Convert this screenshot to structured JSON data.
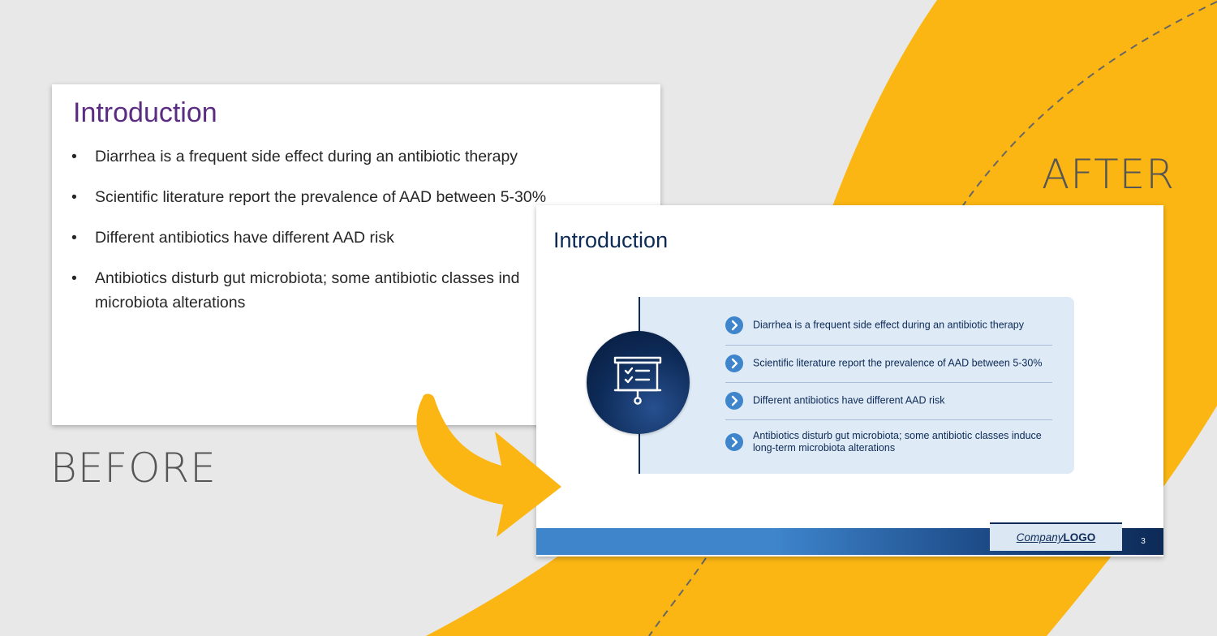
{
  "labels": {
    "before": "BEFORE",
    "after": "AFTER"
  },
  "colors": {
    "background": "#e8e8e8",
    "accent_yellow": "#fbb614",
    "before_title": "#5b2d82",
    "after_navy": "#0d2a57",
    "after_blue": "#3e85cc",
    "panel": "#deeaf6"
  },
  "before_slide": {
    "title": "Introduction",
    "bullets": [
      "Diarrhea is a frequent side effect during an antibiotic therapy",
      "Scientific literature report the prevalence of AAD between 5-30%",
      "Different antibiotics have different AAD risk",
      "Antibiotics disturb gut microbiota; some antibiotic classes ind",
      "microbiota alterations"
    ],
    "bullet_glyph": "•"
  },
  "after_slide": {
    "title": "Introduction",
    "icon": "presentation-board-checklist-icon",
    "bullet_icon": "chevron-right-icon",
    "points": [
      "Diarrhea is a frequent side effect during an antibiotic therapy",
      "Scientific literature report the prevalence of AAD between 5-30%",
      "Different antibiotics have different AAD risk",
      "Antibiotics disturb gut microbiota; some antibiotic classes induce long-term microbiota alterations"
    ],
    "footer": {
      "company": "Company",
      "logo": "LOGO",
      "page_number": "3"
    }
  }
}
